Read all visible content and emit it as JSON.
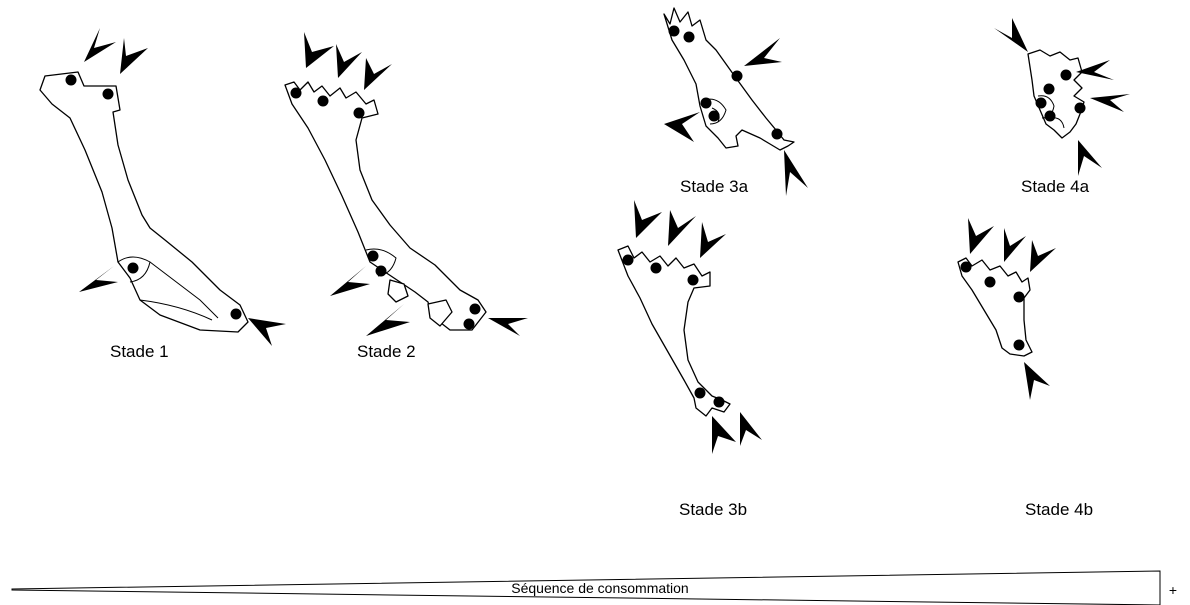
{
  "stages": [
    {
      "id": "stade-1",
      "label": "Stade 1"
    },
    {
      "id": "stade-2",
      "label": "Stade 2"
    },
    {
      "id": "stade-3a",
      "label": "Stade 3a"
    },
    {
      "id": "stade-3b",
      "label": "Stade 3b"
    },
    {
      "id": "stade-4a",
      "label": "Stade 4a"
    },
    {
      "id": "stade-4b",
      "label": "Stade 4b"
    }
  ],
  "sequence": {
    "label": "Séquence de consommation",
    "end_symbol": "+"
  }
}
